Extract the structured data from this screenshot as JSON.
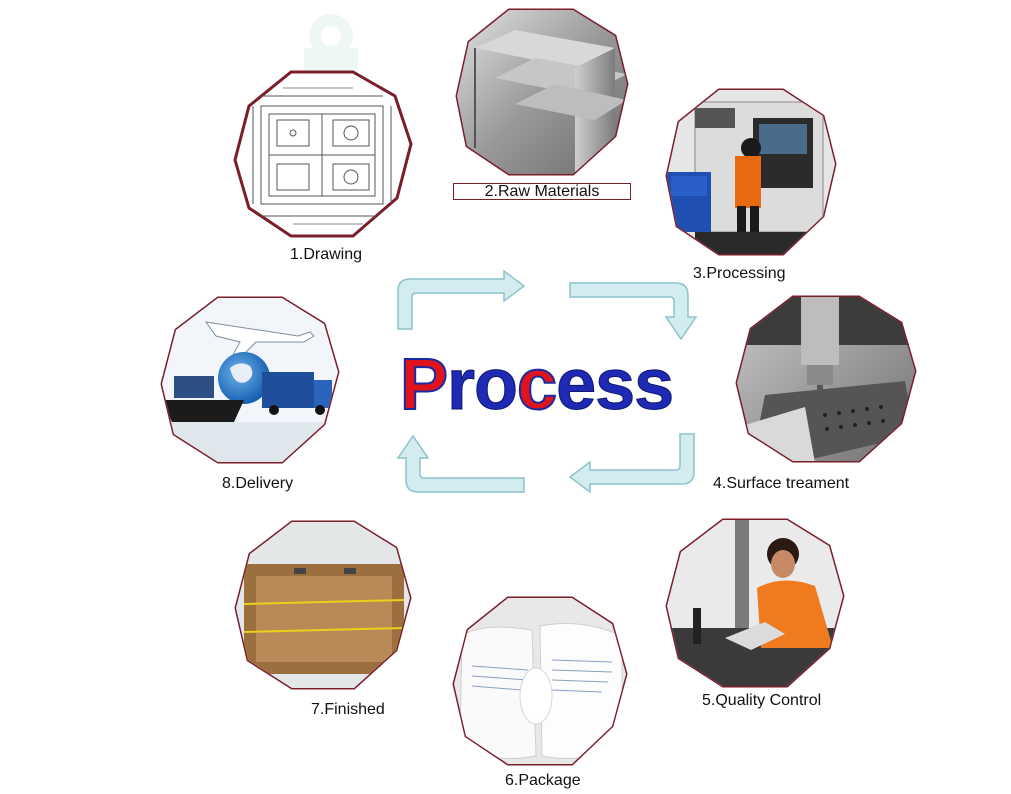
{
  "title": {
    "parts": [
      {
        "text": "P",
        "color": "#e0141c"
      },
      {
        "text": "ro",
        "color": "#1f2ab4"
      },
      {
        "text": "c",
        "color": "#e0141c"
      },
      {
        "text": "ess",
        "color": "#1f2ab4"
      }
    ]
  },
  "steps": [
    {
      "label": "1.Drawing"
    },
    {
      "label": "2.Raw Materials"
    },
    {
      "label": "3.Processing"
    },
    {
      "label": "4.Surface treament"
    },
    {
      "label": "5.Quality Control"
    },
    {
      "label": "6.Package"
    },
    {
      "label": "7.Finished"
    },
    {
      "label": "8.Delivery"
    }
  ],
  "colors": {
    "frame": "#7a1e2a",
    "arrow_fill": "#d2ecef",
    "arrow_stroke": "#8cc4cc",
    "text": "#111111"
  },
  "icons": [
    "drawing-blueprint-icon",
    "steel-block-icon",
    "cnc-machine-icon",
    "milling-icon",
    "inspection-icon",
    "package-icon",
    "wooden-crate-icon",
    "airplane-ship-truck-icon"
  ]
}
